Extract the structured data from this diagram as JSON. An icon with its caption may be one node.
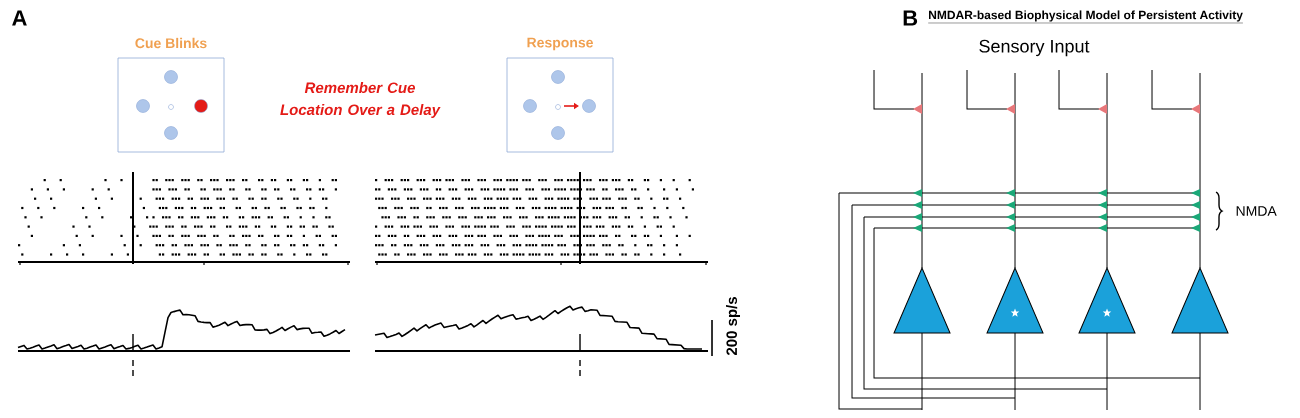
{
  "diagram": {
    "nodes": [
      {
        "text": [
          "Cue Blinks"
        ]
      },
      {
        "text": [
          "Response"
        ]
      }
    ],
    "edges": [],
    "labels": [
      "A",
      "Remember Cue Location Over a Delay",
      "200 sp/s",
      "B",
      "NMDAR-based Biophysical Model of Persistent Activity",
      "Sensory Input",
      "NMDA"
    ]
  }
}
